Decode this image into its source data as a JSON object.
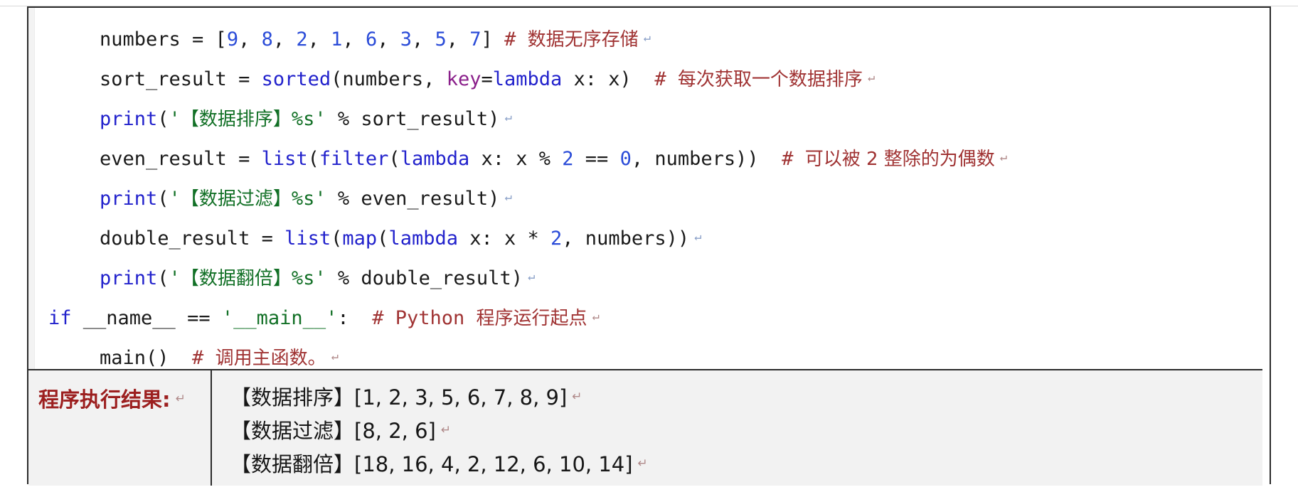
{
  "document": {
    "kind": "python-code-listing-with-output",
    "language": "Python"
  },
  "colors": {
    "text": "#1a1a1a",
    "number": "#2b4cd8",
    "builtin": "#2222cc",
    "keyword": "#2222cc",
    "keyword_argument": "#8a1f8a",
    "string": "#127026",
    "comment": "#a03333",
    "result_label": "#9c1f1f",
    "result_background": "#f2f2f2",
    "border": "#2b2b2b"
  },
  "code": {
    "lines": [
      {
        "indent": 1,
        "tokens": [
          {
            "t": "numbers = [",
            "c": "plain"
          },
          {
            "t": "9",
            "c": "num"
          },
          {
            "t": ", ",
            "c": "plain"
          },
          {
            "t": "8",
            "c": "num"
          },
          {
            "t": ", ",
            "c": "plain"
          },
          {
            "t": "2",
            "c": "num"
          },
          {
            "t": ", ",
            "c": "plain"
          },
          {
            "t": "1",
            "c": "num"
          },
          {
            "t": ", ",
            "c": "plain"
          },
          {
            "t": "6",
            "c": "num"
          },
          {
            "t": ", ",
            "c": "plain"
          },
          {
            "t": "3",
            "c": "num"
          },
          {
            "t": ", ",
            "c": "plain"
          },
          {
            "t": "5",
            "c": "num"
          },
          {
            "t": ", ",
            "c": "plain"
          },
          {
            "t": "7",
            "c": "num"
          },
          {
            "t": "] ",
            "c": "plain"
          },
          {
            "t": "# ",
            "c": "comment"
          },
          {
            "t": "数据无序存储",
            "c": "comment",
            "cjk": true
          }
        ],
        "mark": "pilcrow"
      },
      {
        "indent": 1,
        "tokens": [
          {
            "t": "sort_result = ",
            "c": "plain"
          },
          {
            "t": "sorted",
            "c": "builtin"
          },
          {
            "t": "(numbers, ",
            "c": "plain"
          },
          {
            "t": "key",
            "c": "kwarg"
          },
          {
            "t": "=",
            "c": "plain"
          },
          {
            "t": "lambda",
            "c": "builtin"
          },
          {
            "t": " x: x)  ",
            "c": "plain"
          },
          {
            "t": "# ",
            "c": "comment"
          },
          {
            "t": "每次获取一个数据排序",
            "c": "comment",
            "cjk": true
          }
        ],
        "mark": "pilcrow-red"
      },
      {
        "indent": 1,
        "tokens": [
          {
            "t": "print",
            "c": "builtin"
          },
          {
            "t": "(",
            "c": "plain"
          },
          {
            "t": "'",
            "c": "str"
          },
          {
            "t": "【数据排序】",
            "c": "str",
            "cjk": true
          },
          {
            "t": "%s'",
            "c": "str"
          },
          {
            "t": " % sort_result)",
            "c": "plain"
          }
        ],
        "mark": "pilcrow"
      },
      {
        "indent": 1,
        "tokens": [
          {
            "t": "even_result = ",
            "c": "plain"
          },
          {
            "t": "list",
            "c": "builtin"
          },
          {
            "t": "(",
            "c": "plain"
          },
          {
            "t": "filter",
            "c": "builtin"
          },
          {
            "t": "(",
            "c": "plain"
          },
          {
            "t": "lambda",
            "c": "builtin"
          },
          {
            "t": " x: x % ",
            "c": "plain"
          },
          {
            "t": "2",
            "c": "num"
          },
          {
            "t": " == ",
            "c": "plain"
          },
          {
            "t": "0",
            "c": "num"
          },
          {
            "t": ", numbers))  ",
            "c": "plain"
          },
          {
            "t": "# ",
            "c": "comment"
          },
          {
            "t": "可以被 2 整除的为偶数",
            "c": "comment",
            "cjk": true
          }
        ],
        "mark": "pilcrow-red"
      },
      {
        "indent": 1,
        "tokens": [
          {
            "t": "print",
            "c": "builtin"
          },
          {
            "t": "(",
            "c": "plain"
          },
          {
            "t": "'",
            "c": "str"
          },
          {
            "t": "【数据过滤】",
            "c": "str",
            "cjk": true
          },
          {
            "t": "%s'",
            "c": "str"
          },
          {
            "t": " % even_result)",
            "c": "plain"
          }
        ],
        "mark": "pilcrow"
      },
      {
        "indent": 1,
        "tokens": [
          {
            "t": "double_result = ",
            "c": "plain"
          },
          {
            "t": "list",
            "c": "builtin"
          },
          {
            "t": "(",
            "c": "plain"
          },
          {
            "t": "map",
            "c": "builtin"
          },
          {
            "t": "(",
            "c": "plain"
          },
          {
            "t": "lambda",
            "c": "builtin"
          },
          {
            "t": " x: x * ",
            "c": "plain"
          },
          {
            "t": "2",
            "c": "num"
          },
          {
            "t": ", numbers))",
            "c": "plain"
          }
        ],
        "mark": "pilcrow"
      },
      {
        "indent": 1,
        "tokens": [
          {
            "t": "print",
            "c": "builtin"
          },
          {
            "t": "(",
            "c": "plain"
          },
          {
            "t": "'",
            "c": "str"
          },
          {
            "t": "【数据翻倍】",
            "c": "str",
            "cjk": true
          },
          {
            "t": "%s'",
            "c": "str"
          },
          {
            "t": " % double_result)",
            "c": "plain"
          }
        ],
        "mark": "pilcrow"
      },
      {
        "indent": 0,
        "tokens": [
          {
            "t": "if",
            "c": "kw"
          },
          {
            "t": " __name__ == ",
            "c": "plain"
          },
          {
            "t": "'__main__'",
            "c": "str"
          },
          {
            "t": ":  ",
            "c": "plain"
          },
          {
            "t": "# Python ",
            "c": "comment"
          },
          {
            "t": "程序运行起点",
            "c": "comment",
            "cjk": true
          }
        ],
        "mark": "pilcrow-red"
      },
      {
        "indent": 1,
        "tokens": [
          {
            "t": "main()  ",
            "c": "plain"
          },
          {
            "t": "# ",
            "c": "comment"
          },
          {
            "t": "调用主函数",
            "c": "comment",
            "cjk": true
          },
          {
            "t": "。",
            "c": "comment",
            "cjk": true
          }
        ],
        "mark": "pilcrow-red"
      }
    ]
  },
  "result": {
    "label": "程序执行结果:",
    "output_lines": [
      "【数据排序】[1, 2, 3, 5, 6, 7, 8, 9]",
      "【数据过滤】[8, 2, 6]",
      "【数据翻倍】[18, 16, 4, 2, 12, 6, 10, 14]"
    ]
  }
}
